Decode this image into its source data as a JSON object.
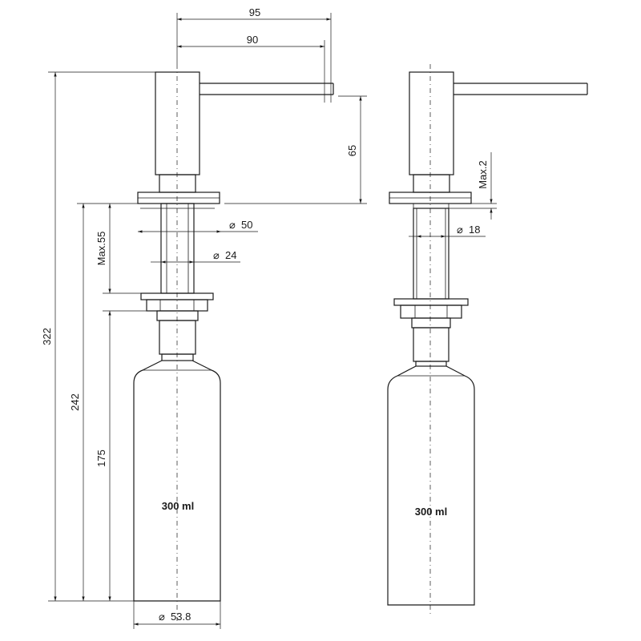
{
  "dimensions": {
    "d95": "95",
    "d90": "90",
    "d65": "65",
    "d50": "50",
    "d24": "24",
    "d18": "18",
    "d53_8": "53.8",
    "max55": "Max.55",
    "max2": "Max.2",
    "d322": "322",
    "d242": "242",
    "d175": "175"
  },
  "labels": {
    "volume_left": "300 ml",
    "volume_right": "300 ml"
  },
  "symbols": {
    "diameter": "⌀"
  }
}
